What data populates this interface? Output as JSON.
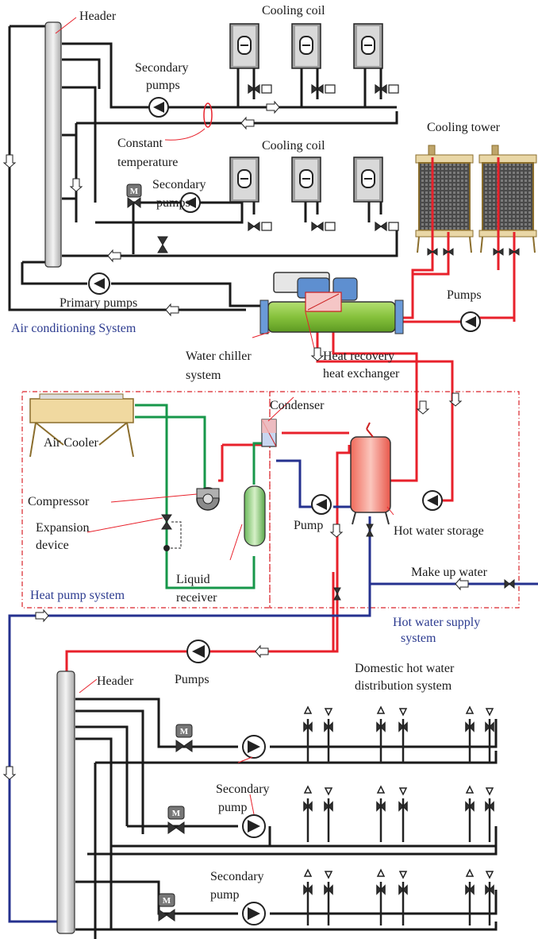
{
  "colors": {
    "black_pipe": "#1a1a1a",
    "hot_pipe": "#e8212b",
    "cold_pipe": "#25318f",
    "green_pipe": "#17974a",
    "blue_label": "#2b3a8f",
    "dashed_box": "#d9232a",
    "tank_fill": "#f37b6e",
    "coil_fill": "#9a9a9a",
    "chiller_green": "#8dc63f",
    "tower_fill": "#e9d7a6",
    "receiver_green": "#9fd68c",
    "cooler_fill": "#f0d9a0"
  },
  "labels": {
    "header_top": "Header",
    "cooling_coil_1": "Cooling coil",
    "secondary_pumps_1": [
      "Secondary",
      "pumps"
    ],
    "constant_temperature": [
      "Constant",
      "temperature"
    ],
    "cooling_coil_2": "Cooling coil",
    "secondary_pumps_2": [
      "Secondary",
      "pumps"
    ],
    "cooling_tower": "Cooling tower",
    "primary_pumps": "Primary pumps",
    "pumps_tower": "Pumps",
    "air_conditioning_system": "Air conditioning System",
    "water_chiller_system": [
      "Water chiller",
      "system"
    ],
    "heat_recovery": [
      "Heat recovery",
      "heat exchanger"
    ],
    "condenser": "Condenser",
    "air_cooler": "Air Cooler",
    "compressor": "Compressor",
    "pump_hp": "Pump",
    "hot_water_storage": "Hot water storage",
    "expansion_device": [
      "Expansion",
      "device"
    ],
    "heat_pump_system": "Heat pump system",
    "liquid_receiver": [
      "Liquid",
      "receiver"
    ],
    "make_up_water": "Make up water",
    "hot_water_supply_system": [
      "Hot water supply",
      "system"
    ],
    "pumps_bottom": "Pumps",
    "header_bottom": "Header",
    "domestic_hot_water": [
      "Domestic hot water",
      "distribution system"
    ],
    "secondary_pump_1": [
      "Secondary",
      "pump"
    ],
    "secondary_pump_2": [
      "Secondary",
      "pump"
    ]
  },
  "valve_symbol": "M"
}
